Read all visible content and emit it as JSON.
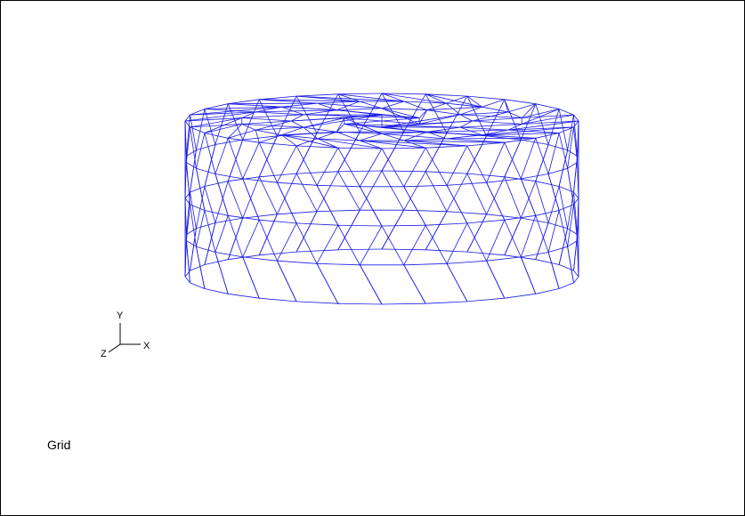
{
  "viewport": {
    "background": "#ffffff",
    "border_color": "#000000"
  },
  "mesh": {
    "shape": "cylinder",
    "render_mode": "wireframe",
    "line_color": "#1a1ae6"
  },
  "axis_triad": {
    "x_label": "X",
    "y_label": "Y",
    "z_label": "Z"
  },
  "view_label": "Grid"
}
